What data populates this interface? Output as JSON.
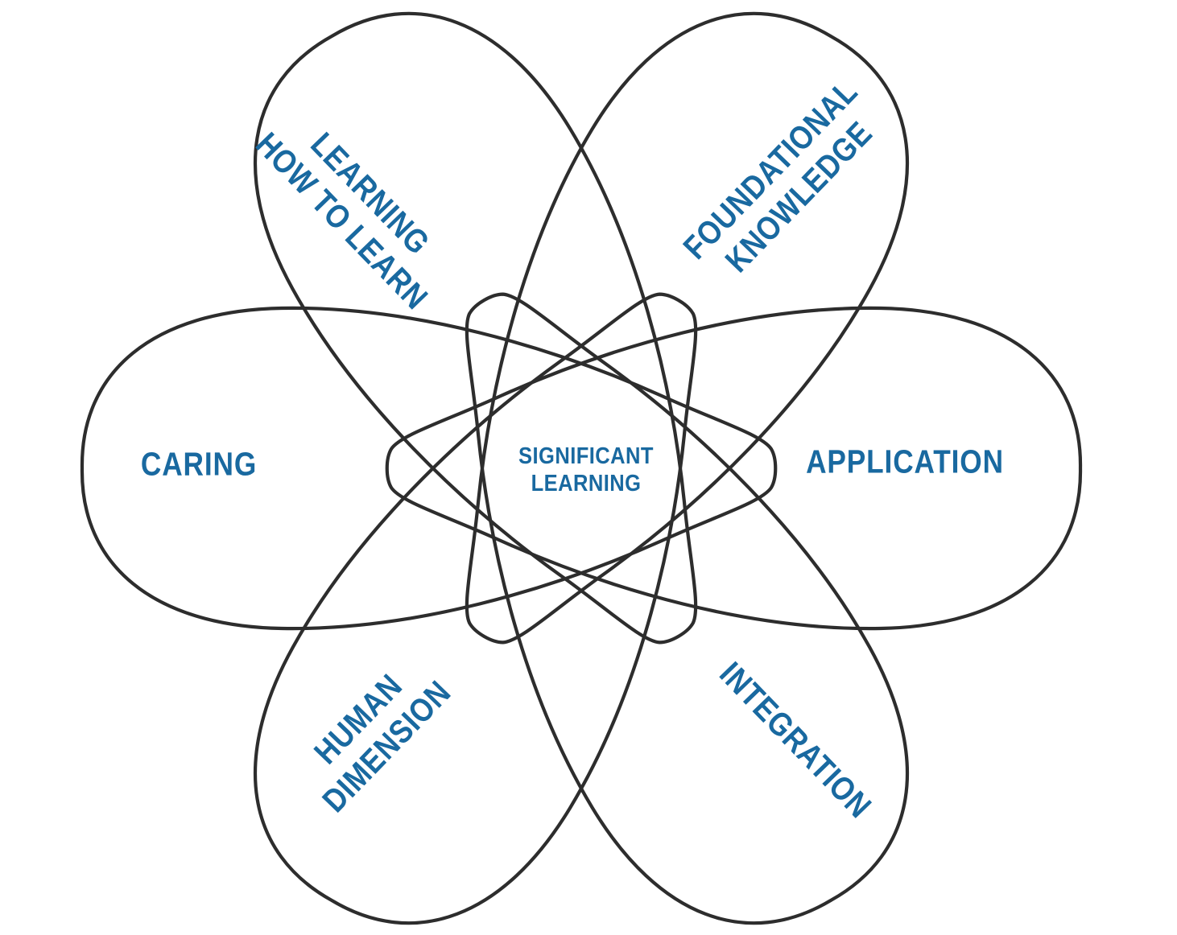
{
  "diagram": {
    "name": "Taxonomy of Significant Learning flower diagram",
    "petal_count": 6
  },
  "center_label": {
    "lines": [
      "SIGNIFICANT",
      "LEARNING"
    ]
  },
  "petals": [
    {
      "id": "learning-how-to-learn",
      "position": "top-left",
      "label_lines": [
        "LEARNING",
        "HOW TO LEARN"
      ]
    },
    {
      "id": "foundational-knowledge",
      "position": "top-right",
      "label_lines": [
        "FOUNDATIONAL",
        "KNOWLEDGE"
      ]
    },
    {
      "id": "caring",
      "position": "left",
      "label_lines": [
        "CARING"
      ]
    },
    {
      "id": "application",
      "position": "right",
      "label_lines": [
        "APPLICATION"
      ]
    },
    {
      "id": "human-dimension",
      "position": "bottom-left",
      "label_lines": [
        "HUMAN",
        "DIMENSION"
      ]
    },
    {
      "id": "integration",
      "position": "bottom-right",
      "label_lines": [
        "INTEGRATION"
      ]
    }
  ],
  "colors": {
    "label_blue": "#1969a0",
    "outline": "#2d2d2d",
    "background": "#ffffff"
  }
}
